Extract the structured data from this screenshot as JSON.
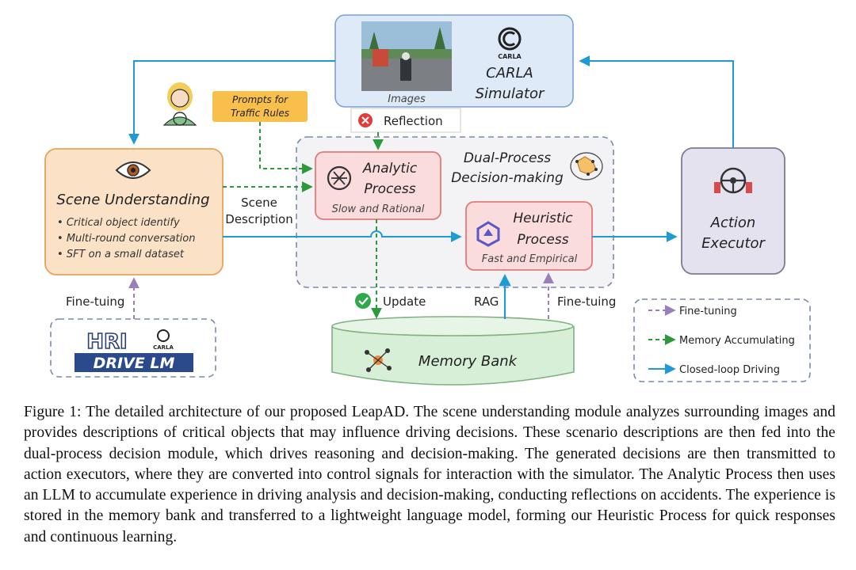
{
  "diagram": {
    "simulator": {
      "images_label": "Images",
      "title_line1": "CARLA",
      "title_line2": "Simulator",
      "logo_text": "CARLA"
    },
    "prompts": {
      "line1": "Prompts for",
      "line2": "Traffic Rules"
    },
    "reflection_label": "Reflection",
    "scene_understanding": {
      "title": "Scene Understanding",
      "bullets": [
        "Critical object identify",
        "Multi-round conversation",
        "SFT on a small dataset"
      ]
    },
    "scene_description": {
      "line1": "Scene",
      "line2": "Description"
    },
    "dual_process": {
      "line1": "Dual-Process",
      "line2": "Decision-making"
    },
    "analytic": {
      "line1": "Analytic",
      "line2": "Process",
      "sub": "Slow and Rational"
    },
    "heuristic": {
      "line1": "Heuristic",
      "line2": "Process",
      "sub": "Fast and Empirical"
    },
    "action_executor": {
      "line1": "Action",
      "line2": "Executor"
    },
    "update_label": "Update",
    "rag_label": "RAG",
    "finetune_right_label": "Fine-tuing",
    "finetune_left_label": "Fine-tuing",
    "memory_bank": "Memory Bank",
    "datasets": {
      "hri": "HRI",
      "carla": "CARLA",
      "drivelm": "DRIVE LM"
    },
    "legend": {
      "finetuning": "Fine-tuning",
      "memory": "Memory Accumulating",
      "closed_loop": "Closed-loop Driving"
    }
  },
  "colors": {
    "blue_arrow": "#1f9ad6",
    "green_dash": "#2a9a3a",
    "purple_dash": "#9a7fb8",
    "scene_fill": "#fbe1c6",
    "scene_stroke": "#e8a25a",
    "process_fill": "#fbdcdc",
    "process_stroke": "#e07a7a",
    "sim_fill": "#deeaf8",
    "exec_fill": "#e4e2ef",
    "memory_fill": "#d7eed7",
    "prompt_fill": "#f8c04a"
  },
  "caption": "Figure 1: The detailed architecture of our proposed LeapAD. The scene understanding module analyzes surrounding images and provides descriptions of critical objects that may influence driving decisions. These scenario descriptions are then fed into the dual-process decision module, which drives reasoning and decision-making. The generated decisions are then transmitted to action executors, where they are converted into control signals for interaction with the simulator. The Analytic Process then uses an LLM to accumulate experience in driving analysis and decision-making, conducting reflections on accidents. The experience is stored in the memory bank and transferred to a lightweight language model, forming our Heuristic Process for quick responses and continuous learning."
}
